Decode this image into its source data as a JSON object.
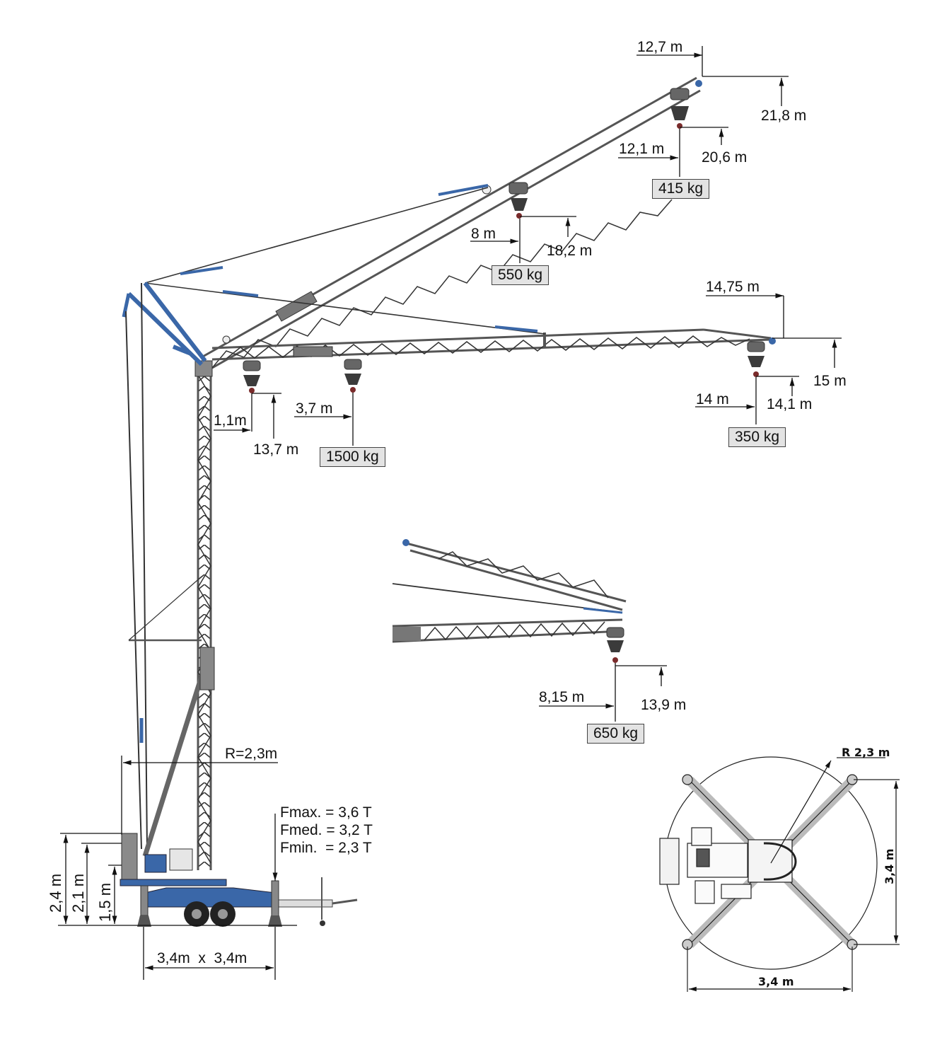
{
  "diagram": {
    "title": "Self-erecting tower crane - load chart and dimensions",
    "colors": {
      "steel": "#6e6e6e",
      "blue": "#3a67a8",
      "line": "#222222",
      "load_fill": "#e3e3e3"
    }
  },
  "raised_jib": {
    "tip_radius": "12,7 m",
    "tip_height": "21,8 m",
    "loads": [
      {
        "radius": "12,1 m",
        "hook_height": "20,6 m",
        "load": "415 kg"
      },
      {
        "radius": "8 m",
        "hook_height": "18,2 m",
        "load": "550 kg"
      }
    ]
  },
  "horizontal_jib": {
    "tip_radius": "14,75 m",
    "tip_height": "15 m",
    "loads": [
      {
        "radius": "14 m",
        "hook_height": "14,1 m",
        "load": "350 kg"
      },
      {
        "radius": "3,7 m",
        "load": "1500 kg"
      },
      {
        "radius": "1,1m",
        "hook_height": "13,7 m"
      }
    ]
  },
  "folded_jib": {
    "radius": "8,15 m",
    "hook_height": "13,9 m",
    "load": "650 kg"
  },
  "base": {
    "slew_radius": "R=2,3m",
    "heights": [
      "2,4 m",
      "2,1 m",
      "1,5 m"
    ],
    "outrigger_span": "3,4m  x  3,4m",
    "forces": [
      "Fmax. = 3,6 T",
      "Fmed. = 3,2 T",
      "Fmin.  = 2,3 T"
    ]
  },
  "top_view": {
    "radius": "R 2,3 m",
    "width": "3,4 m",
    "depth": "3,4 m"
  }
}
